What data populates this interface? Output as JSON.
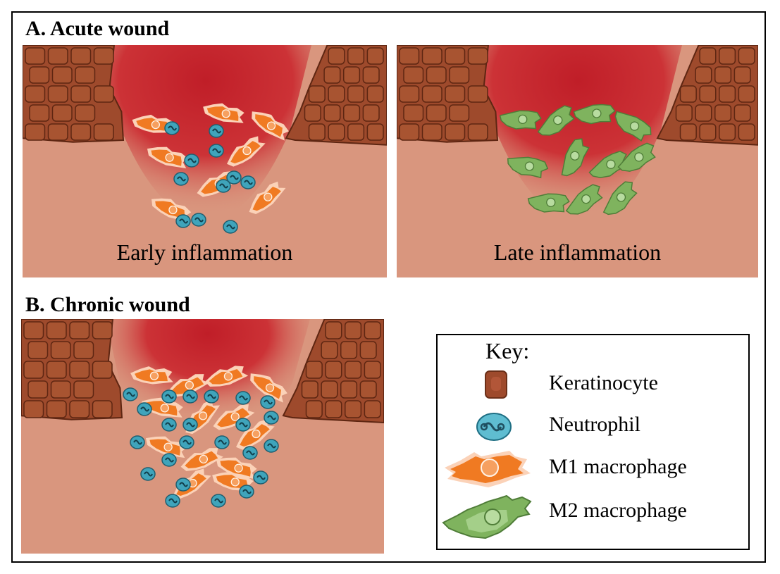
{
  "sections": {
    "acute": {
      "title": "A. Acute wound",
      "early_label": "Early inflammation",
      "late_label": "Late inflammation"
    },
    "chronic": {
      "title": "B. Chronic wound"
    }
  },
  "key": {
    "title": "Key:",
    "items": [
      {
        "label": "Keratinocyte",
        "icon": "keratinocyte-icon"
      },
      {
        "label": "Neutrophil",
        "icon": "neutrophil-icon"
      },
      {
        "label": "M1 macrophage",
        "icon": "m1-macrophage-icon"
      },
      {
        "label": "M2 macrophage",
        "icon": "m2-macrophage-icon"
      }
    ]
  },
  "colors": {
    "tissue": "#d9967e",
    "wound": "#c42a2e",
    "keratinocyte": "#9e4a2c",
    "neutrophil": "#3fa4bb",
    "m1_macrophage": "#f07a22",
    "m2_macrophage": "#7fb35e"
  }
}
